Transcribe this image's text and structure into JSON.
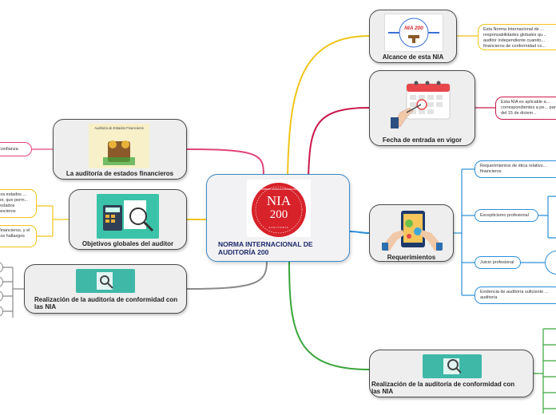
{
  "center": {
    "title": "NORMA INTERNACIONAL DE AUDITORÍA 200",
    "logo_top": "NORMAS INTERNACIONALES DE",
    "logo_main": "NIA",
    "logo_num": "200",
    "logo_bottom": "AUDITORÍA"
  },
  "nodes": {
    "alcance": {
      "label": "Alcance de esta NIA",
      "image_text": "NIA 200"
    },
    "fecha": {
      "label": "Fecha de entrada en vigor"
    },
    "requerimientos": {
      "label": "Requerimientos"
    },
    "realizacion_right": {
      "label": "Realización de la auditoría de conformidad con las NIA"
    },
    "auditoria": {
      "label": "La auditoría de estados financieros",
      "image_text": "Auditoría de Estados Financieros"
    },
    "objetivos": {
      "label": "Objetivos globales del auditor"
    },
    "realizacion_left": {
      "label": "Realización de la auditoría de conformidad con las NIA"
    }
  },
  "leaves": {
    "alcance_text": "Esta Norma Internacional de ... responsabilidades globales qu... auditor independiente cuando... financieros de conformidad co...",
    "fecha_text": "Esta NIA es aplicable a... correspondientes a pe... partir del 15 de diciem...",
    "req_etica": "Requerimientos de ética relativo... financieros",
    "req_escepticismo": "Escepticismo profesional",
    "req_juicio": "Juicio profesional",
    "req_evidencia": "Evidencia de auditoría suficiente ... auditoría",
    "left_confianza": "... confianza",
    "left_obj1": "... los estados ... error, que perm... ... estados financieros",
    "left_obj2": "... financieros, y el ... los hallazgos"
  },
  "colors": {
    "center_border": "#3a88c8",
    "yellow": "#f0c419",
    "crimson": "#c8194b",
    "blue": "#2a8fd6",
    "green": "#3aa53a",
    "gray": "#8a8a8a",
    "pink": "#e0457b",
    "logo_red": "#d8222a"
  }
}
